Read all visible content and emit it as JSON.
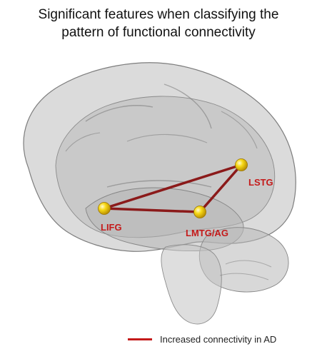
{
  "title": {
    "line1": "Significant features when classifying the",
    "line2": "pattern of functional connectivity"
  },
  "nodes": [
    {
      "id": "LIFG",
      "label": "LIFG"
    },
    {
      "id": "LSTG",
      "label": "LSTG"
    },
    {
      "id": "LMTG/AG",
      "label": "LMTG/AG"
    }
  ],
  "connections": [
    {
      "from": "LIFG",
      "to": "LSTG"
    },
    {
      "from": "LIFG",
      "to": "LMTG/AG"
    },
    {
      "from": "LMTG/AG",
      "to": "LSTG"
    }
  ],
  "legend": {
    "label": "Increased connectivity in AD"
  },
  "colors": {
    "connection": "#8b1a1a",
    "label": "#c41a1a",
    "legend_line": "#c41a1a",
    "node_fill": "#f5d516",
    "brain": "#bdbdbd"
  },
  "icons": {
    "brain": "brain-render-icon",
    "node": "sphere-node-icon"
  }
}
